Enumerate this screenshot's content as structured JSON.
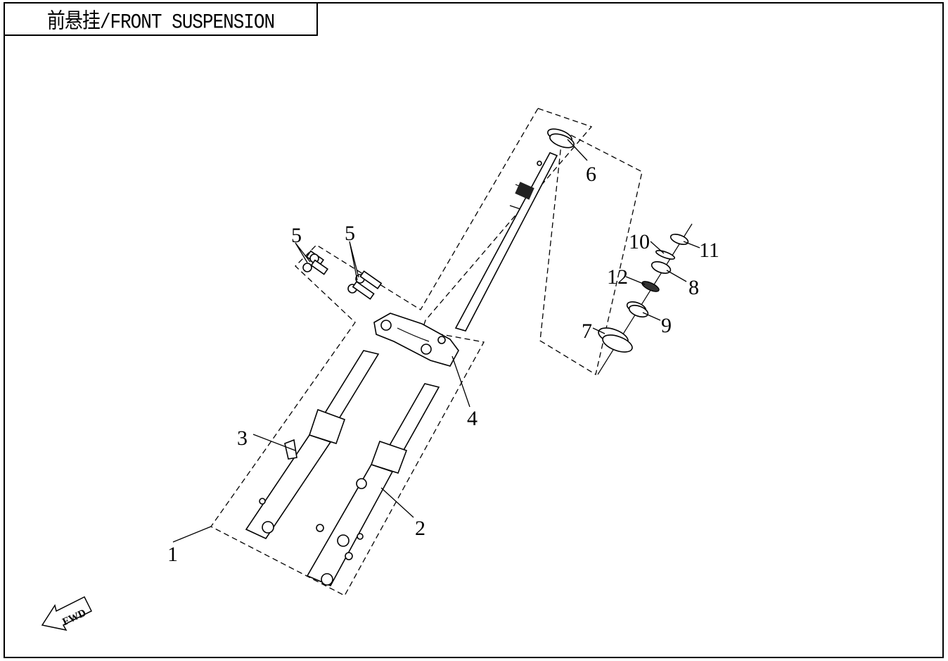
{
  "title": "前悬挂/FRONT SUSPENSION",
  "callouts": {
    "c1": "1",
    "c2": "2",
    "c3": "3",
    "c4": "4",
    "c5a": "5",
    "c5b": "5",
    "c6": "6",
    "c7": "7",
    "c8": "8",
    "c9": "9",
    "c10": "10",
    "c11": "11",
    "c12": "12"
  },
  "fwd_label": "FWD"
}
